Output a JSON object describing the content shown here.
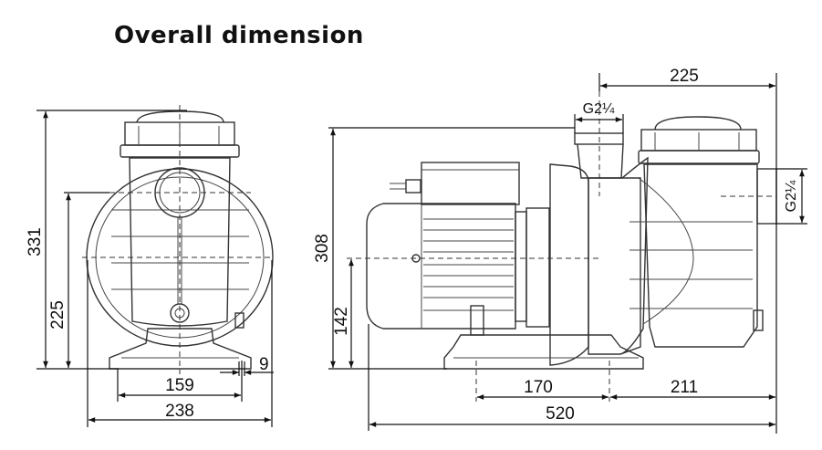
{
  "title": "Overall dimension",
  "front_view": {
    "height_total": "331",
    "height_inlet": "225",
    "base_hole_spacing": "159",
    "width_total": "238",
    "hole_diameter": "9"
  },
  "side_view": {
    "outlet_to_end": "225",
    "outlet_thread": "G2¼",
    "inlet_thread": "G2¼",
    "height_total": "308",
    "shaft_height": "142",
    "base_hole_spacing": "170",
    "hole_to_end": "211",
    "length_total": "520"
  }
}
